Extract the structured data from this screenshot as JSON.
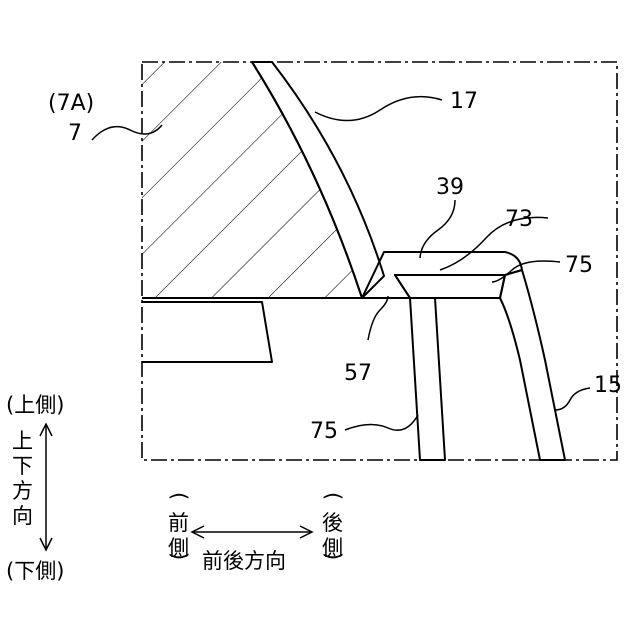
{
  "labels": {
    "ref_7A": "(7A)",
    "ref_7": "7",
    "ref_17": "17",
    "ref_39": "39",
    "ref_73": "73",
    "ref_75_upper": "75",
    "ref_75_lower": "75",
    "ref_57": "57",
    "ref_15": "15"
  },
  "legend": {
    "vertical": {
      "top_side": "(上側)",
      "direction": [
        "上",
        "下",
        "方",
        "向"
      ],
      "bottom_side": "(下側)"
    },
    "horizontal": {
      "front_side": [
        "前",
        "側"
      ],
      "direction": "前後方向",
      "rear_side": [
        "後",
        "側"
      ]
    }
  },
  "colors": {
    "line": "#000000",
    "background": "#ffffff"
  }
}
